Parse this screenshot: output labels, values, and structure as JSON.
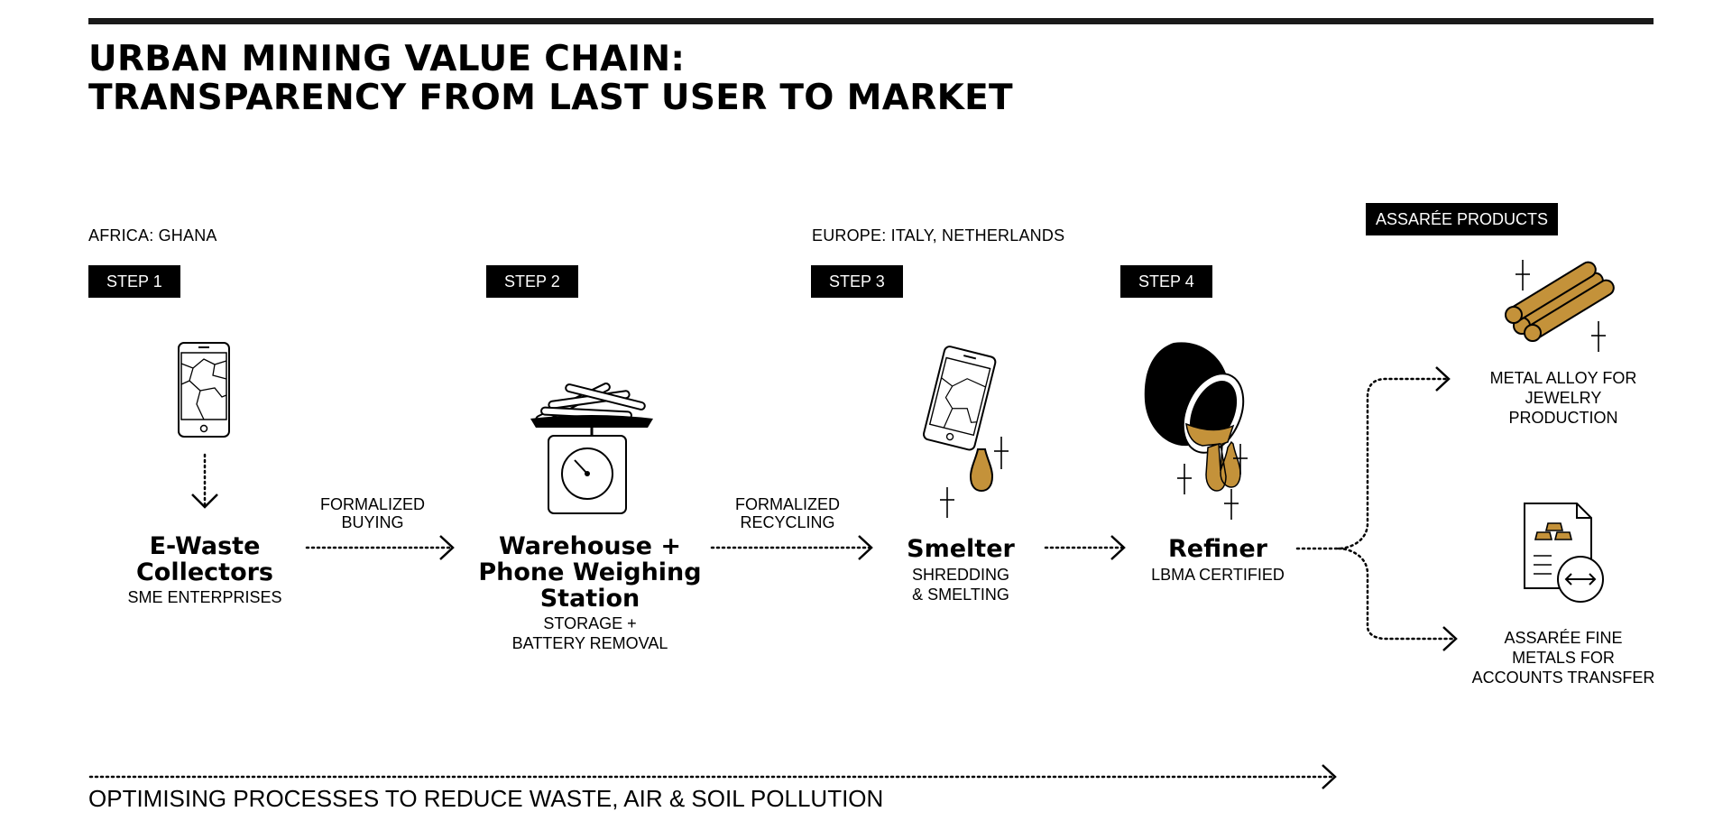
{
  "title": {
    "line1": "URBAN MINING VALUE CHAIN:",
    "line2": "TRANSPARENCY FROM LAST USER TO MARKET"
  },
  "regions": {
    "africa": "AFRICA: GHANA",
    "europe": "EUROPE: ITALY, NETHERLANDS"
  },
  "products_badge": "ASSARÉE PRODUCTS",
  "steps": [
    {
      "badge": "STEP 1",
      "title_lines": [
        "E-Waste",
        "Collectors"
      ],
      "sub_lines": [
        "SME ENTERPRISES"
      ],
      "icon": "smartphone-icon"
    },
    {
      "badge": "STEP 2",
      "title_lines": [
        "Warehouse +",
        "Phone Weighing",
        "Station"
      ],
      "sub_lines": [
        "STORAGE +",
        "BATTERY REMOVAL"
      ],
      "icon": "weighing-scale-icon"
    },
    {
      "badge": "STEP 3",
      "title_lines": [
        "Smelter"
      ],
      "sub_lines": [
        "SHREDDING",
        "& SMELTING"
      ],
      "icon": "melting-phone-icon"
    },
    {
      "badge": "STEP 4",
      "title_lines": [
        "Refiner"
      ],
      "sub_lines": [
        "LBMA CERTIFIED"
      ],
      "icon": "crucible-pour-icon"
    }
  ],
  "arrows": [
    {
      "label_lines": [
        "FORMALIZED",
        "BUYING"
      ]
    },
    {
      "label_lines": [
        "FORMALIZED",
        "RECYCLING"
      ]
    }
  ],
  "products": [
    {
      "label_lines": [
        "METAL ALLOY FOR",
        "JEWELRY",
        "PRODUCTION"
      ],
      "icon": "metal-bars-icon"
    },
    {
      "label_lines": [
        "ASSARÉE FINE",
        "METALS FOR",
        "ACCOUNTS TRANSFER"
      ],
      "icon": "document-transfer-icon"
    }
  ],
  "footer": "OPTIMISING PROCESSES TO REDUCE WASTE, AIR & SOIL POLLUTION",
  "colors": {
    "accent": "#C4923A",
    "ink": "#000000",
    "background": "#FFFFFF"
  }
}
